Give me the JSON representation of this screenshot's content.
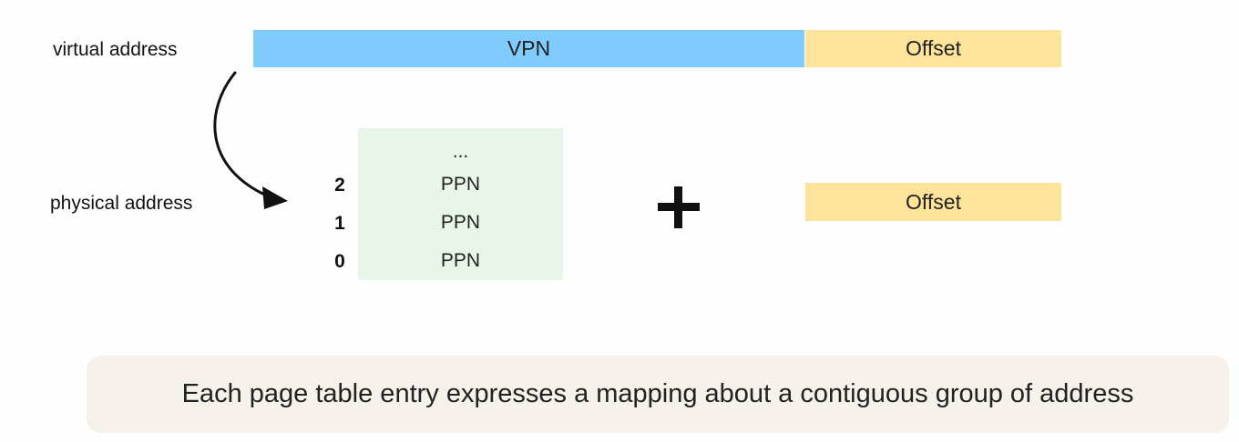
{
  "virtual_address": {
    "label": "virtual address",
    "fields": [
      {
        "name": "VPN",
        "color": "#7fcbfb"
      },
      {
        "name": "Offset",
        "color": "#fee39b"
      }
    ]
  },
  "physical_address": {
    "label": "physical address",
    "offset": {
      "name": "Offset",
      "color": "#fee39b"
    }
  },
  "page_table": {
    "background": "#e8f6e9",
    "rows": [
      {
        "index": "",
        "value": "..."
      },
      {
        "index": "2",
        "value": "PPN"
      },
      {
        "index": "1",
        "value": "PPN"
      },
      {
        "index": "0",
        "value": "PPN"
      }
    ]
  },
  "operator": "plus-icon",
  "caption": "Each page table entry expresses a mapping about a contiguous group of address"
}
